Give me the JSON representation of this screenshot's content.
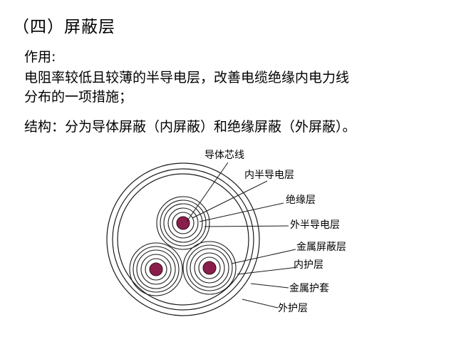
{
  "heading": "（四）屏蔽层",
  "section_label": "作用:",
  "description_line1": "电阻率较低且较薄的半导电层，改善电缆绝缘内电力线",
  "description_line2": "分布的一项措施；",
  "structure_line": "结构：分为导体屏蔽（内屏蔽）和绝缘屏蔽（外屏蔽）。",
  "diagram": {
    "labels": [
      "导体芯线",
      "内半导电层",
      "绝缘层",
      "外半导电层",
      "金属屏蔽层",
      "内护层",
      "金属护套",
      "外护层"
    ],
    "colors": {
      "line": "#1a1a1a",
      "conductor": "#8a1e4a",
      "conductor_ring": "#3a0f20"
    }
  }
}
